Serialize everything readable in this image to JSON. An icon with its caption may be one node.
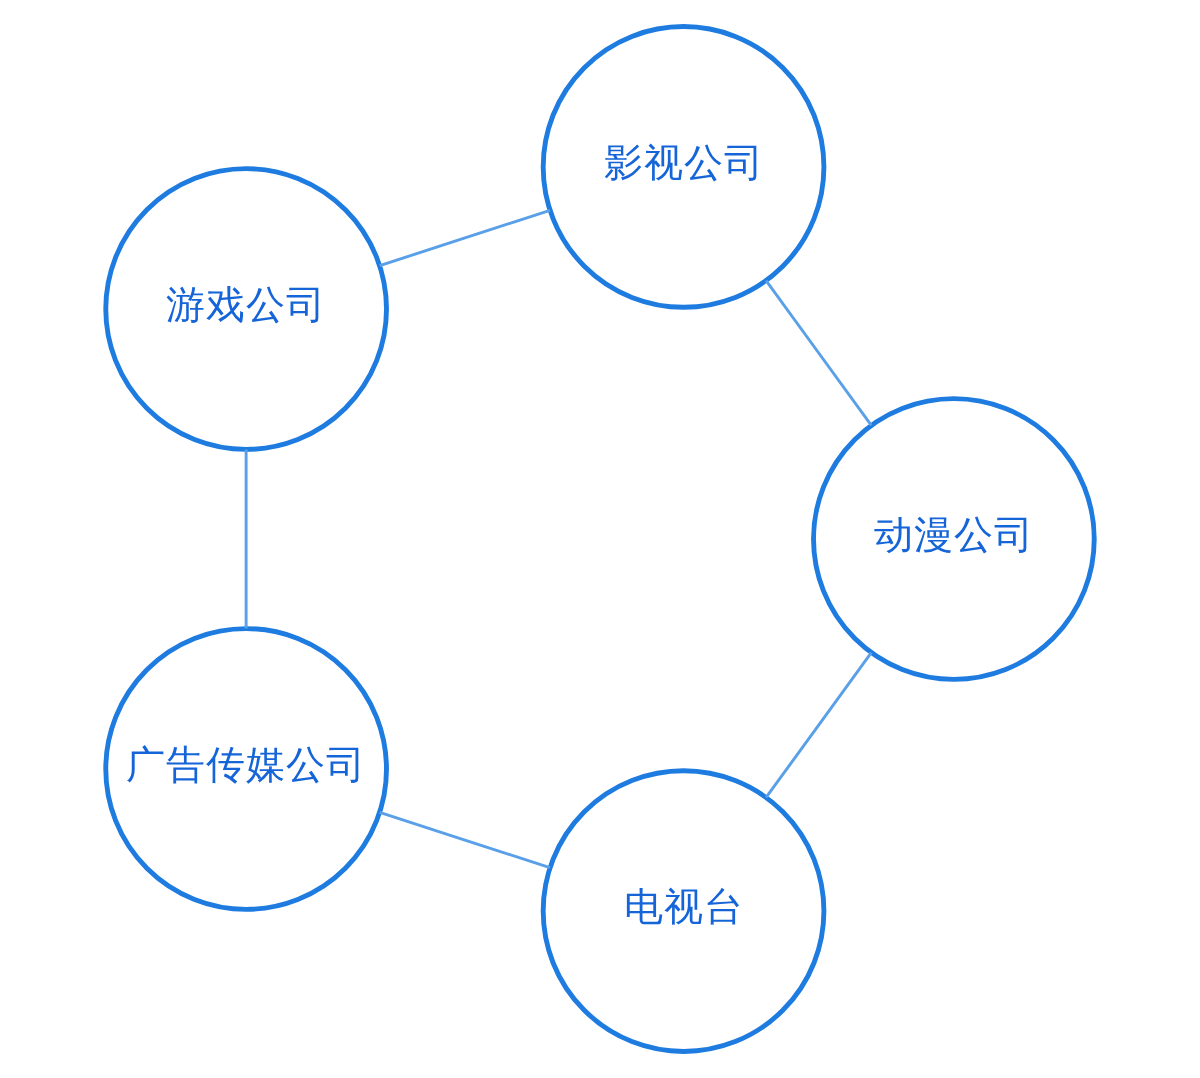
{
  "diagram": {
    "nodes": [
      {
        "text": [
          "电视台"
        ]
      },
      {
        "text": [
          "广告传媒公司"
        ]
      },
      {
        "text": [
          "游戏公司"
        ]
      },
      {
        "text": [
          "影视公司"
        ]
      },
      {
        "text": [
          "动漫公司"
        ]
      }
    ],
    "edges": [
      {
        "from": 0,
        "to": 1,
        "arrow": "none"
      },
      {
        "from": 1,
        "to": 2,
        "arrow": "none"
      },
      {
        "from": 2,
        "to": 3,
        "arrow": "none"
      },
      {
        "from": 3,
        "to": 4,
        "arrow": "none"
      },
      {
        "from": 4,
        "to": 0,
        "arrow": "none"
      }
    ]
  }
}
